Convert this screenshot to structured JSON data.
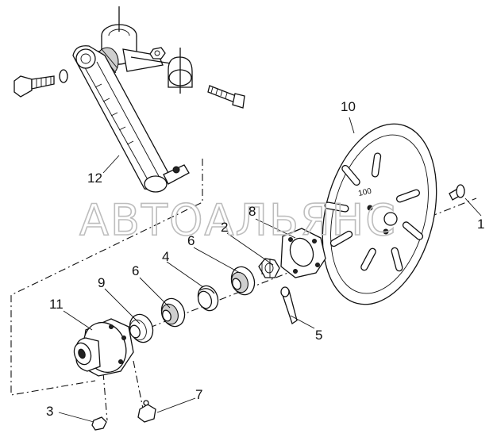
{
  "watermark": "АВТОАЛЬЯНС",
  "plate_marking": "100",
  "callouts": {
    "c1": "1",
    "c2": "2",
    "c3": "3",
    "c4": "4",
    "c5": "5",
    "c6a": "6",
    "c6b": "6",
    "c7": "7",
    "c8": "8",
    "c9": "9",
    "c10": "10",
    "c11": "11",
    "c12": "12"
  }
}
